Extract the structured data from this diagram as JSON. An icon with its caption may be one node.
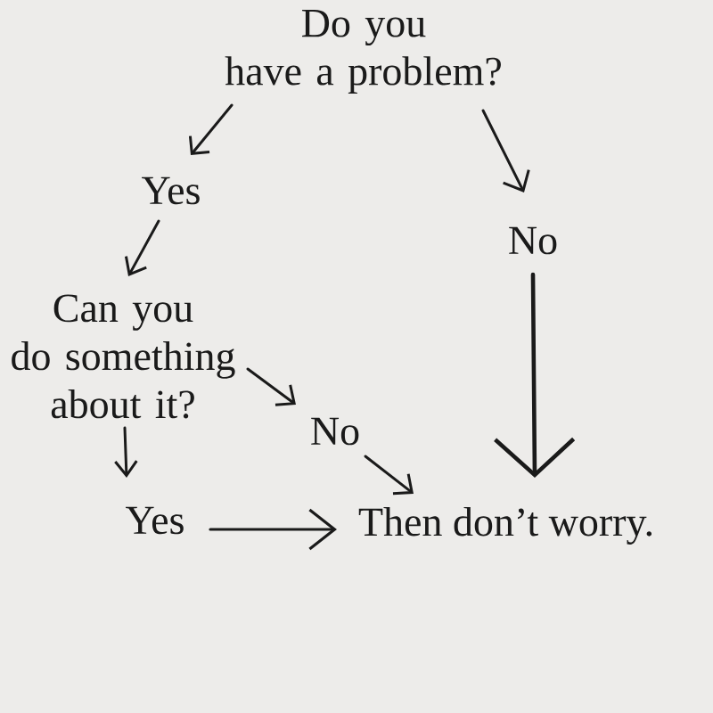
{
  "diagram": {
    "nodes": [
      {
        "text": [
          "Do you have a problem?"
        ]
      },
      {
        "text": [
          "Yes"
        ]
      },
      {
        "text": [
          "No"
        ]
      },
      {
        "text": [
          "Can you do something about it?"
        ]
      },
      {
        "text": [
          "No"
        ]
      },
      {
        "text": [
          "Yes"
        ]
      },
      {
        "text": [
          "Then don’t worry."
        ]
      }
    ],
    "edges": [
      {
        "from": 0,
        "to": 1,
        "arrow": "to"
      },
      {
        "from": 0,
        "to": 2,
        "arrow": "to"
      },
      {
        "from": 1,
        "to": 3,
        "arrow": "to"
      },
      {
        "from": 2,
        "to": 6,
        "arrow": "to"
      },
      {
        "from": 3,
        "to": 4,
        "arrow": "to"
      },
      {
        "from": 4,
        "to": 6,
        "arrow": "to"
      },
      {
        "from": 3,
        "to": 5,
        "arrow": "to"
      },
      {
        "from": 5,
        "to": 6,
        "arrow": "to"
      }
    ]
  }
}
